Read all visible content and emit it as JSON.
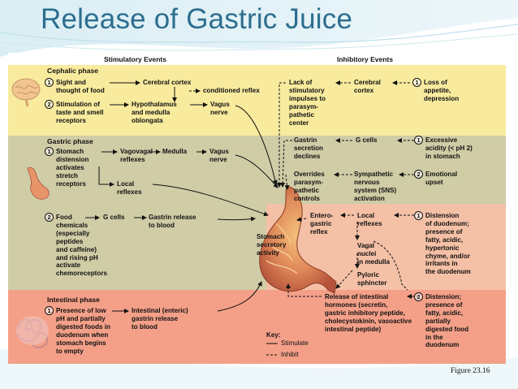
{
  "slide": {
    "title": "Release of Gastric Juice",
    "figure_caption": "Figure 23.16"
  },
  "headers": {
    "stimulatory": "Stimulatory Events",
    "inhibitory": "Inhibitory Events"
  },
  "phases": {
    "cephalic": "Cephalic phase",
    "gastric": "Gastric phase",
    "intestinal": "Intestinal phase"
  },
  "stimulatory": {
    "c1": "Sight and\nthought of food",
    "cerebral_cortex": "Cerebral cortex",
    "conditioned_reflex": "conditioned reflex",
    "c2": "Stimulation of\ntaste and smell\nreceptors",
    "hypothalamus": "Hypothalamus\nand medulla\noblongata",
    "vagus_nerve_1": "Vagus\nnerve",
    "g1": "Stomach\ndistension\nactivates\nstretch\nreceptors",
    "vagovagal": "Vagovagal\nreflexes",
    "medulla": "Medulla",
    "vagus_nerve_2": "Vagus\nnerve",
    "local_reflexes": "Local\nreflexes",
    "g2": "Food\nchemicals\n(especially\npeptides\nand caffeine)\nand rising pH\nactivate\nchemoreceptors",
    "g_cells": "G cells",
    "gastrin_release": "Gastrin release\nto blood",
    "i1": "Presence of low\npH and partially\ndigested foods in\nduodenum when\nstomach begins\nto empty",
    "intestinal_gastrin": "Intestinal (enteric)\ngastrin release\nto blood"
  },
  "center": {
    "stomach_label": "Stomach\nsecretory\nactivity"
  },
  "inhibitory": {
    "lack_stimulatory": "Lack of\nstimulatory\nimpulses to\nparasym-\npathetic\ncenter",
    "cerebral_cortex": "Cerebral\ncortex",
    "loss_appetite": "Loss of\nappetite,\ndepression",
    "gastrin_declines": "Gastrin\nsecretion\ndeclines",
    "g_cells": "G cells",
    "excessive_acidity": "Excessive\nacidity (< pH 2)\nin stomach",
    "overrides": "Overrides\nparasym-\npathetic\ncontrols",
    "sympathetic": "Sympathetic\nnervous\nsystem (SNS)\nactivation",
    "emotional_upset": "Emotional\nupset",
    "enterogastric": "Entero-\ngastric\nreflex",
    "local_reflexes": "Local\nreflexes",
    "vagal_nuclei": "Vagal\nnuclei\nin medulla",
    "pyloric_sphincter": "Pyloric\nsphincter",
    "distension_duodenum": "Distension\nof duodenum;\npresence of\nfatty, acidic,\nhypertonic\nchyme, and/or\nirritants in\nthe duodenum",
    "release_intestinal": "Release of intestinal\nhormones (secretin,\ngastric inhibitory peptide,\ncholecystokinin, vasoactive\nintestinal peptide)",
    "distension_presence": "Distension;\npresence of\nfatty, acidic,\npartially\ndigested food\nin the\nduodenum"
  },
  "key": {
    "title": "Key:",
    "stimulate": "Stimulate",
    "inhibit": "Inhibit"
  },
  "numbers": {
    "one": "1",
    "two": "2"
  },
  "colors": {
    "title": "#2c6e8f",
    "cephalic_band": "#f8eb9e",
    "gastric_band": "#cfcca6",
    "intestinal_band": "#f4a088",
    "inhibitory_pink": "#f4c0a6"
  }
}
